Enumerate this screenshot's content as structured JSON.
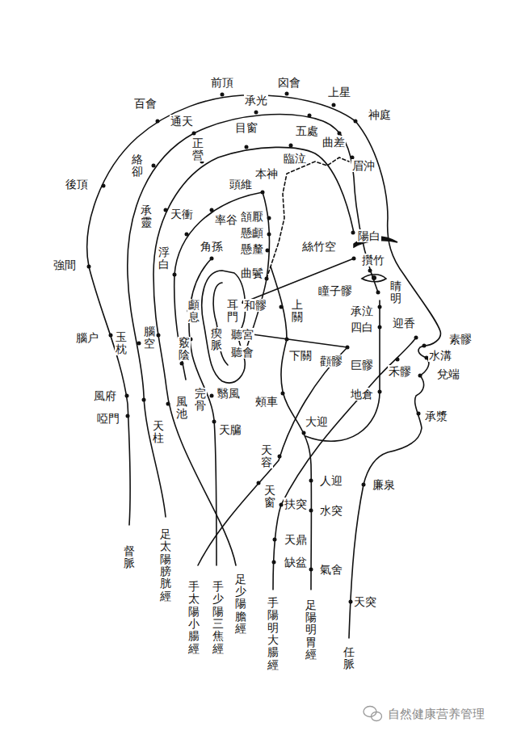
{
  "diagram": {
    "labels": [
      "百會",
      "前頂",
      "囟會",
      "上星",
      "神庭",
      "通天",
      "承光",
      "五處",
      "曲差",
      "眉沖",
      "臨泣",
      "本神",
      "絡卻",
      "後頂",
      "承靈",
      "正營",
      "目窗",
      "頭維",
      "頷厭",
      "懸顱",
      "懸釐",
      "陽白",
      "絲竹空",
      "攢竹",
      "瞳子髎",
      "睛明",
      "承泣",
      "四白",
      "迎香",
      "素髎",
      "顴髎",
      "巨髎",
      "水溝",
      "禾髎",
      "兌端",
      "地倉",
      "承漿",
      "廉泉",
      "人迎",
      "扶突",
      "水突",
      "天鼎",
      "缺盆",
      "氣舍",
      "天突",
      "任脈",
      "強間",
      "腦户",
      "玉枕",
      "腦空",
      "風府",
      "啞門",
      "天柱",
      "風池",
      "完骨",
      "天衝",
      "率谷",
      "浮白",
      "角孫",
      "顱息",
      "竅陰",
      "瘈脈",
      "曲鬢",
      "和髎",
      "耳門",
      "聽宮",
      "聽會",
      "上關",
      "下關",
      "翳風",
      "頰車",
      "天牖",
      "大迎",
      "天容",
      "天窗",
      "督脈",
      "足太陽膀胱經",
      "手太陽小腸經",
      "手少陽三焦經",
      "足少陽膽經",
      "手陽明大腸經",
      "足陽明胃經",
      "自然健康营养管理"
    ]
  }
}
